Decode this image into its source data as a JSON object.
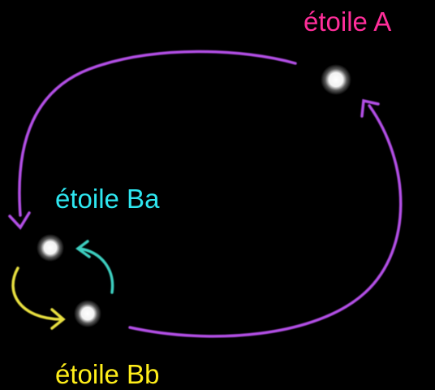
{
  "labels": {
    "star_a": "étoile A",
    "star_ba": "étoile Ba",
    "star_bb": "étoile Bb"
  },
  "colors": {
    "background": "#000000",
    "outer_orbit": "#b34fe6",
    "star_a_label": "#ff2e9a",
    "star_ba_label": "#2ee6f0",
    "star_ba_arrow": "#3ccfc0",
    "star_bb_label": "#ffee1a",
    "star_bb_arrow": "#e8e040",
    "star": "#ffffff"
  }
}
